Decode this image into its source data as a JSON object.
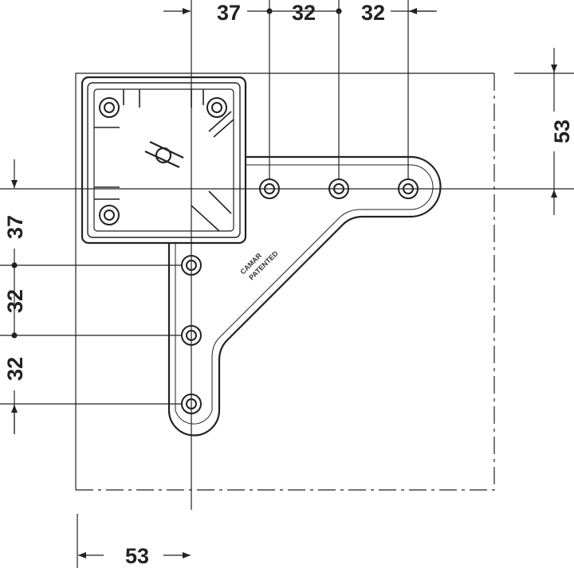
{
  "dimensions": {
    "top": [
      "37",
      "32",
      "32"
    ],
    "left": [
      "37",
      "32",
      "32"
    ],
    "right": "53",
    "bottom": "53"
  },
  "logo": {
    "brand": "CAMAR",
    "mark": "PATENTED"
  },
  "colors": {
    "line": "#222222",
    "background": "#ffffff"
  }
}
